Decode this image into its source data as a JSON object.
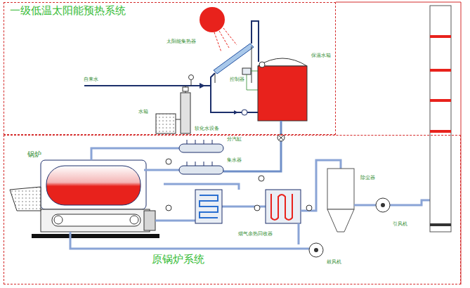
{
  "diagram": {
    "nodes": [
      {
        "text": [
          "一级低温太阳能预热系统"
        ]
      },
      {
        "text": [
          "原锅炉系统"
        ]
      }
    ],
    "labels": [
      "太阳能集热器",
      "控制器",
      "保温水箱",
      "自来水",
      "水箱",
      "软化水设备",
      "锅炉",
      "分汽缸",
      "集水器",
      "烟气余热回收器",
      "除尘器",
      "引风机",
      "鼓风机"
    ]
  }
}
